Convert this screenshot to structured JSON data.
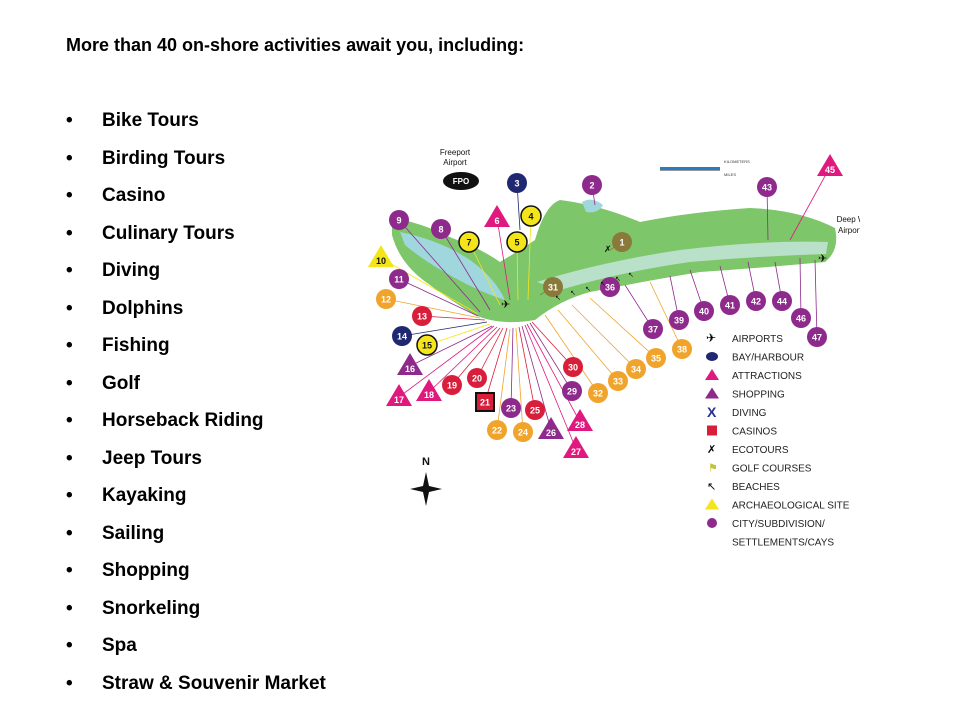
{
  "heading": "More than 40 on-shore activities await you, including:",
  "bullet_glyph": "•",
  "activities": [
    "Bike Tours",
    "Birding Tours",
    "Casino",
    "Culinary Tours",
    "Diving",
    "Dolphins",
    "Fishing",
    "Golf",
    "Horseback Riding",
    "Jeep Tours",
    "Kayaking",
    "Sailing",
    "Shopping",
    "Snorkeling",
    "Spa",
    "Straw & Souvenir Market"
  ],
  "map": {
    "freeport_label": [
      "Freeport",
      "Airport"
    ],
    "fpo_label": "FPO",
    "deep_water_label": [
      "Deep Water Cay",
      "Airport (Private)"
    ],
    "north_label": "N",
    "scale_units": [
      "KILOMETERS",
      "MILES"
    ],
    "colors": {
      "land": "#7ec66a",
      "water": "#9fd7dc",
      "purple": "#8e2a8c",
      "pink": "#e0197f",
      "red": "#d81e3a",
      "orange": "#f0a42c",
      "yellow": "#f4e51a",
      "navy": "#1f2870",
      "olive": "#8a7a3a",
      "black": "#111111"
    },
    "legend": [
      {
        "icon": "airplane-icon",
        "label": "AIRPORTS"
      },
      {
        "icon": "navy-dot-icon",
        "label": "BAY/HARBOUR"
      },
      {
        "icon": "pink-triangle-icon",
        "label": "ATTRACTIONS"
      },
      {
        "icon": "purple-triangle-icon",
        "label": "SHOPPING"
      },
      {
        "icon": "diving-x-icon",
        "label": "DIVING"
      },
      {
        "icon": "red-square-icon",
        "label": "CASINOS"
      },
      {
        "icon": "ecotours-icon",
        "label": "ECOTOURS"
      },
      {
        "icon": "golf-flag-icon",
        "label": "GOLF COURSES"
      },
      {
        "icon": "beach-icon",
        "label": "BEACHES"
      },
      {
        "icon": "yellow-triangle-icon",
        "label": "ARCHAEOLOGICAL SITE"
      },
      {
        "icon": "purple-dot-icon",
        "label": "CITY/SUBDIVISION/"
      },
      {
        "icon": "",
        "label": "SETTLEMENTS/CAYS"
      }
    ],
    "markers": [
      {
        "n": "1",
        "shape": "circle",
        "color": "olive"
      },
      {
        "n": "2",
        "shape": "circle",
        "color": "purple"
      },
      {
        "n": "3",
        "shape": "circle",
        "color": "navy"
      },
      {
        "n": "5",
        "shape": "circle",
        "color": "yellow"
      },
      {
        "n": "4",
        "shape": "circle",
        "color": "yellow"
      },
      {
        "n": "6",
        "shape": "triangle",
        "color": "pink"
      },
      {
        "n": "7",
        "shape": "circle",
        "color": "yellow"
      },
      {
        "n": "8",
        "shape": "circle",
        "color": "purple"
      },
      {
        "n": "9",
        "shape": "circle",
        "color": "purple"
      },
      {
        "n": "10",
        "shape": "triangle",
        "color": "yellow"
      },
      {
        "n": "11",
        "shape": "circle",
        "color": "purple"
      },
      {
        "n": "12",
        "shape": "circle",
        "color": "orange"
      },
      {
        "n": "13",
        "shape": "circle",
        "color": "red"
      },
      {
        "n": "14",
        "shape": "circle",
        "color": "navy"
      },
      {
        "n": "15",
        "shape": "circle",
        "color": "yellow"
      },
      {
        "n": "16",
        "shape": "triangle",
        "color": "purple"
      },
      {
        "n": "17",
        "shape": "triangle",
        "color": "pink"
      },
      {
        "n": "18",
        "shape": "triangle",
        "color": "pink"
      },
      {
        "n": "19",
        "shape": "circle",
        "color": "red"
      },
      {
        "n": "20",
        "shape": "circle",
        "color": "red"
      },
      {
        "n": "21",
        "shape": "square",
        "color": "red"
      },
      {
        "n": "22",
        "shape": "circle",
        "color": "orange"
      },
      {
        "n": "23",
        "shape": "circle",
        "color": "purple"
      },
      {
        "n": "24",
        "shape": "circle",
        "color": "orange"
      },
      {
        "n": "25",
        "shape": "circle",
        "color": "red"
      },
      {
        "n": "26",
        "shape": "triangle",
        "color": "purple"
      },
      {
        "n": "27",
        "shape": "triangle",
        "color": "pink"
      },
      {
        "n": "28",
        "shape": "triangle",
        "color": "pink"
      },
      {
        "n": "29",
        "shape": "circle",
        "color": "purple"
      },
      {
        "n": "30",
        "shape": "circle",
        "color": "red"
      },
      {
        "n": "31",
        "shape": "circle",
        "color": "olive"
      },
      {
        "n": "32",
        "shape": "circle",
        "color": "orange"
      },
      {
        "n": "33",
        "shape": "circle",
        "color": "orange"
      },
      {
        "n": "34",
        "shape": "circle",
        "color": "orange"
      },
      {
        "n": "35",
        "shape": "circle",
        "color": "orange"
      },
      {
        "n": "36",
        "shape": "circle",
        "color": "purple"
      },
      {
        "n": "37",
        "shape": "circle",
        "color": "purple"
      },
      {
        "n": "38",
        "shape": "circle",
        "color": "orange"
      },
      {
        "n": "39",
        "shape": "circle",
        "color": "purple"
      },
      {
        "n": "40",
        "shape": "circle",
        "color": "purple"
      },
      {
        "n": "41",
        "shape": "circle",
        "color": "purple"
      },
      {
        "n": "42",
        "shape": "circle",
        "color": "purple"
      },
      {
        "n": "43",
        "shape": "circle",
        "color": "purple"
      },
      {
        "n": "44",
        "shape": "circle",
        "color": "purple"
      },
      {
        "n": "45",
        "shape": "triangle",
        "color": "pink"
      },
      {
        "n": "46",
        "shape": "circle",
        "color": "purple"
      },
      {
        "n": "47",
        "shape": "circle",
        "color": "purple"
      }
    ]
  }
}
